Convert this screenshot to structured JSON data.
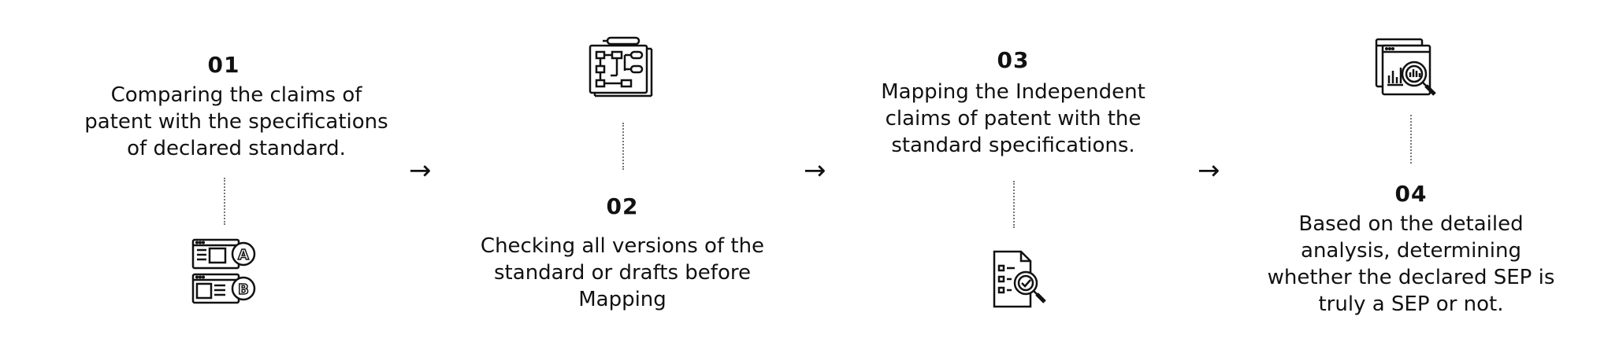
{
  "steps": [
    {
      "number": "01",
      "text_lines": [
        "Comparing the claims of",
        "patent with the specifications",
        "of declared standard."
      ],
      "icon": "compare-ab-icon"
    },
    {
      "number": "02",
      "text_lines": [
        "Checking all versions of the",
        "standard or drafts before",
        "Mapping"
      ],
      "icon": "flowchart-board-icon"
    },
    {
      "number": "03",
      "text_lines": [
        "Mapping the Independent",
        "claims of patent with the",
        "standard specifications."
      ],
      "icon": "document-check-search-icon"
    },
    {
      "number": "04",
      "text_lines": [
        "Based on the detailed",
        "analysis, determining",
        "whether the declared SEP is",
        "truly a SEP or not."
      ],
      "icon": "chart-analysis-search-icon"
    }
  ],
  "connectors": {
    "arrow_glyph": "→"
  },
  "colors": {
    "text": "#111111",
    "dots": "#777777",
    "background": "#ffffff"
  }
}
